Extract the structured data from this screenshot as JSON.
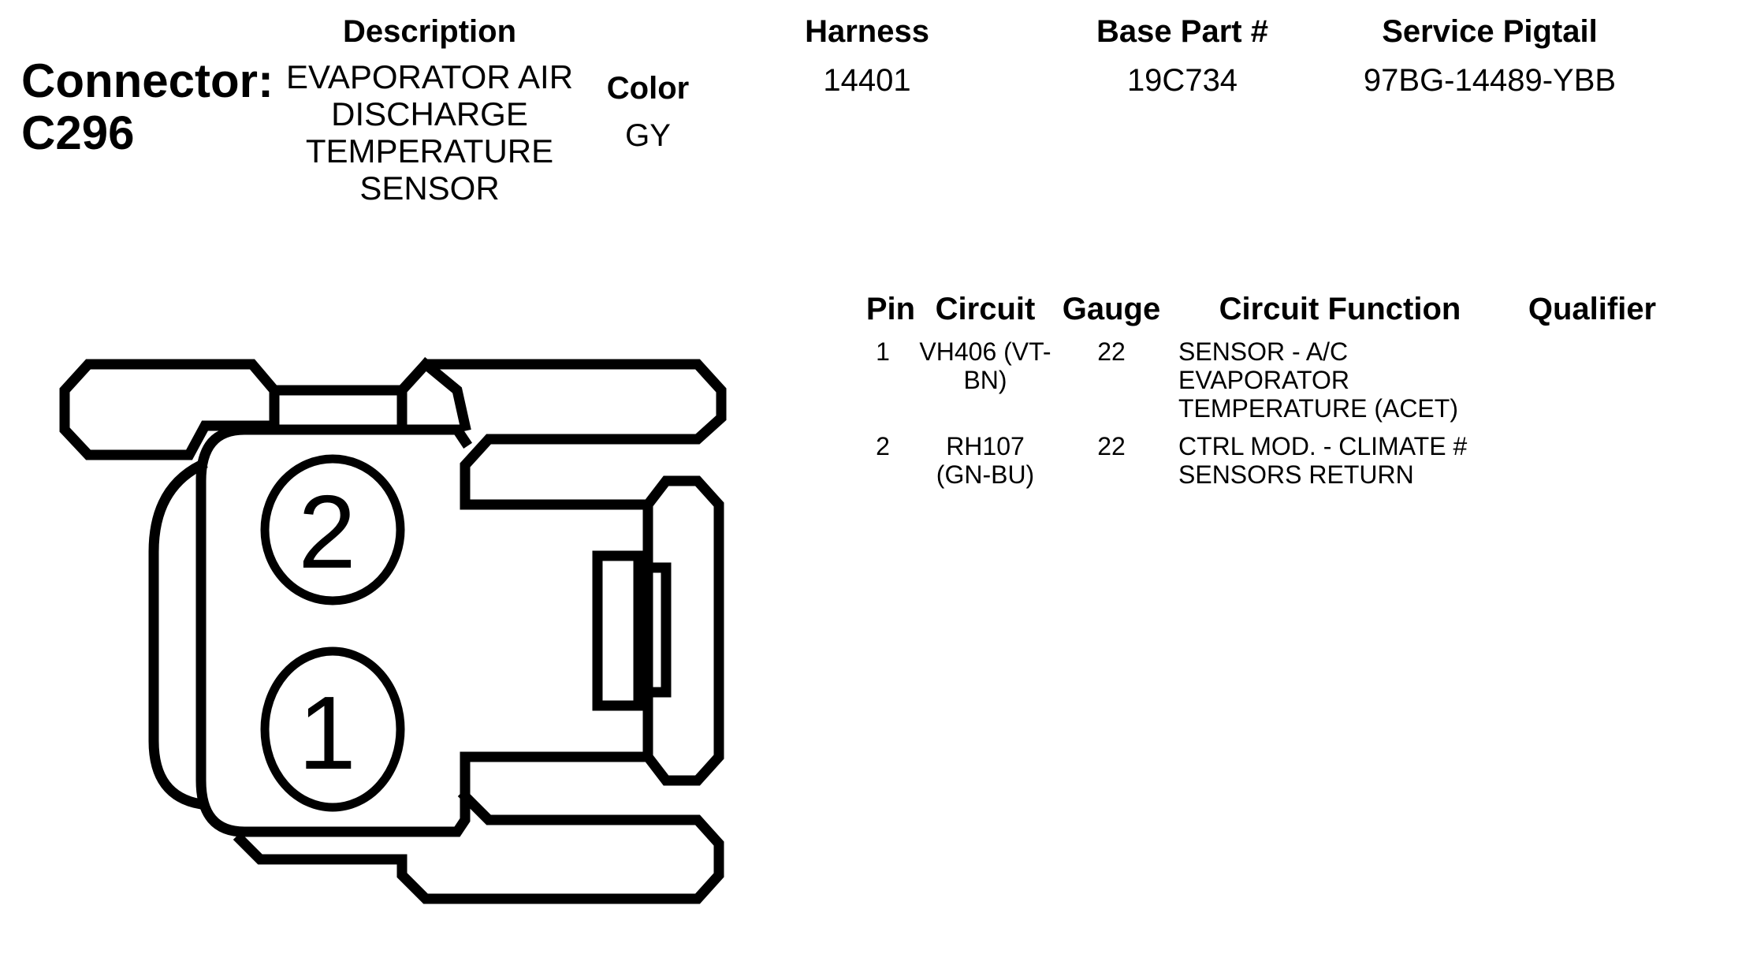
{
  "connector": {
    "label": "Connector:",
    "id": "C296"
  },
  "headers": {
    "description": "Description",
    "color": "Color",
    "harness": "Harness",
    "base_part": "Base Part #",
    "service_pigtail": "Service Pigtail"
  },
  "values": {
    "description_lines": [
      "EVAPORATOR AIR",
      "DISCHARGE",
      "TEMPERATURE",
      "SENSOR"
    ],
    "color": "GY",
    "harness": "14401",
    "base_part": "19C734",
    "service_pigtail": "97BG-14489-YBB"
  },
  "pin_table": {
    "columns": [
      "Pin",
      "Circuit",
      "Gauge",
      "Circuit Function",
      "Qualifier"
    ],
    "rows": [
      {
        "pin": "1",
        "circuit_lines": [
          "VH406 (VT-",
          "BN)"
        ],
        "gauge": "22",
        "function_lines": [
          "SENSOR - A/C",
          "EVAPORATOR",
          "TEMPERATURE (ACET)"
        ],
        "qualifier": ""
      },
      {
        "pin": "2",
        "circuit_lines": [
          "RH107",
          "(GN-BU)"
        ],
        "gauge": "22",
        "function_lines": [
          "CTRL MOD. - CLIMATE #",
          "SENSORS RETURN"
        ],
        "qualifier": ""
      }
    ]
  },
  "drawing": {
    "pin_labels": [
      "2",
      "1"
    ],
    "stroke_color": "#000000"
  }
}
